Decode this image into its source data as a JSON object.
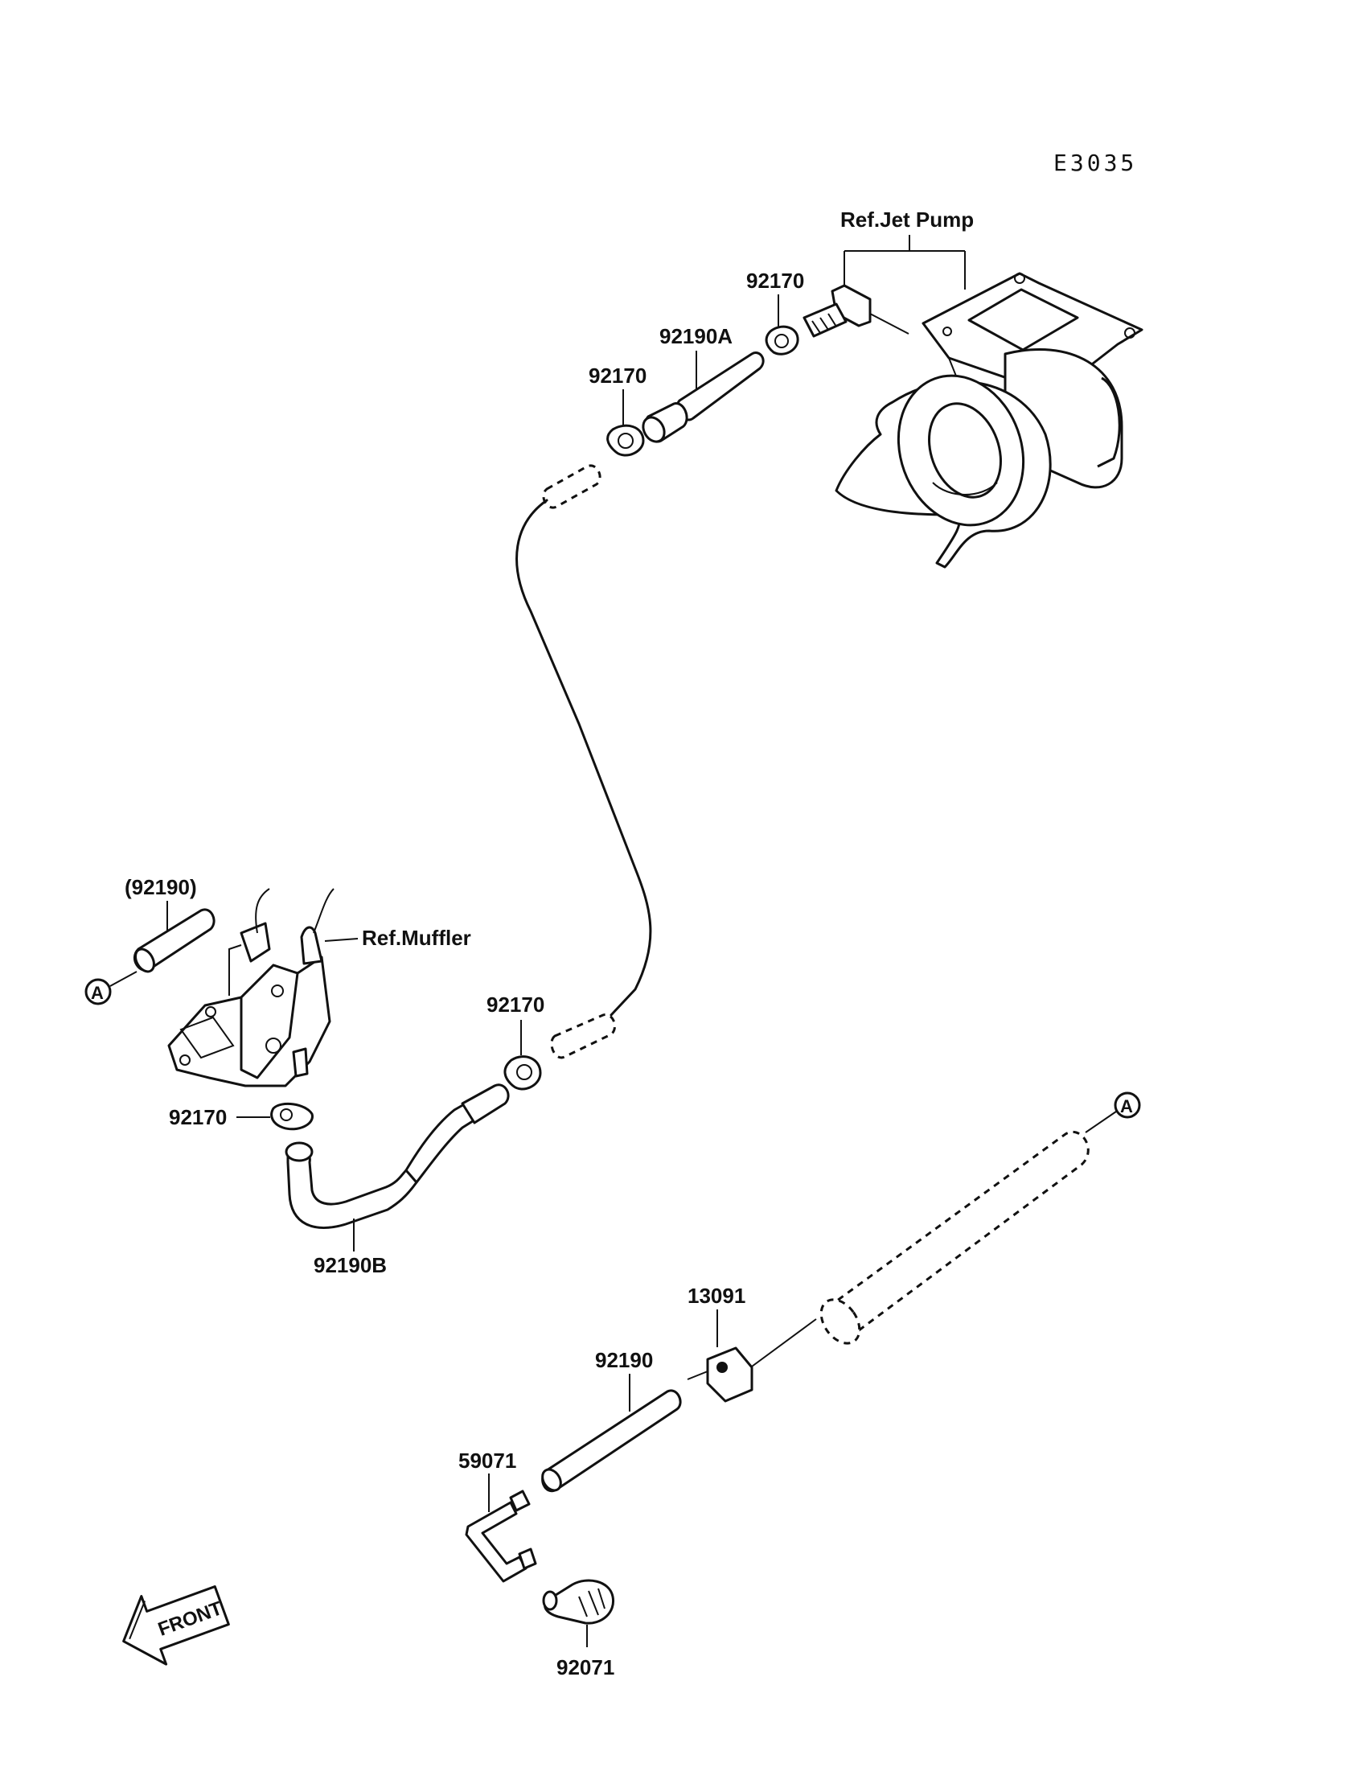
{
  "diagram": {
    "code": "E3035",
    "references": {
      "jet_pump": "Ref.Jet Pump",
      "muffler": "Ref.Muffler"
    },
    "callouts": {
      "hose_a": "92190A",
      "hose_b": "92190B",
      "hose_ref": "(92190)",
      "hose": "92190",
      "clamp_top_right": "92170",
      "clamp_top_left": "92170",
      "clamp_mid": "92170",
      "clamp_muffler": "92170",
      "pipe": "59071",
      "holder": "13091",
      "bolt": "92071"
    },
    "markers": {
      "left": "A",
      "right": "A"
    },
    "front_arrow": "FRONT"
  }
}
